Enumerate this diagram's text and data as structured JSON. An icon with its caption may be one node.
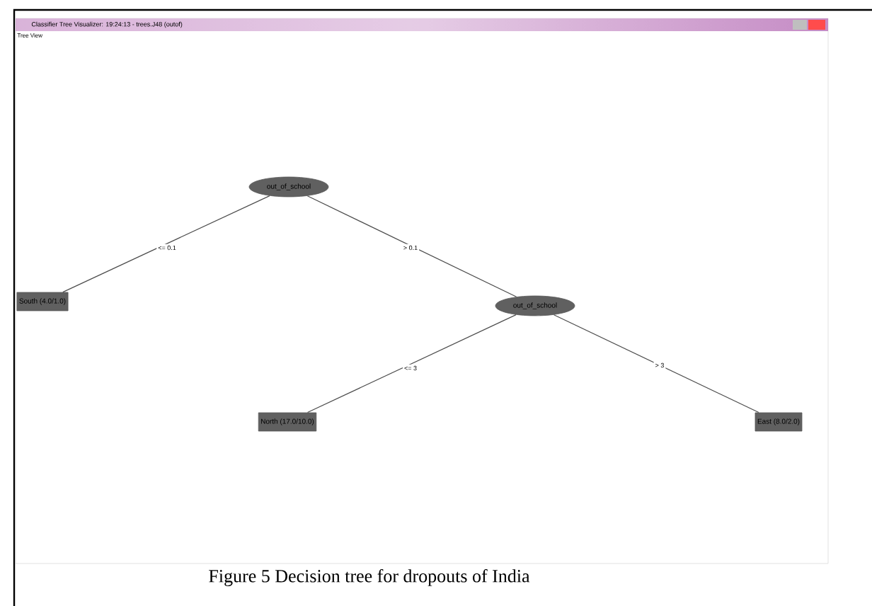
{
  "diagram": {
    "caption": "Figure 5 Decision tree for dropouts of India",
    "nodes": [
      {
        "text": [
          "out_of_school"
        ]
      },
      {
        "text": [
          "South (4.0/1.0)"
        ]
      },
      {
        "text": [
          "out_of_school"
        ]
      },
      {
        "text": [
          "North (17.0/10.0)"
        ]
      },
      {
        "text": [
          "East (8.0/2.0)"
        ]
      }
    ],
    "edges": [
      {
        "from": 0,
        "to": 1,
        "arrow": "none",
        "label": "<= 0.1"
      },
      {
        "from": 0,
        "to": 2,
        "arrow": "none",
        "label": "> 0.1"
      },
      {
        "from": 2,
        "to": 3,
        "arrow": "none",
        "label": "<= 3"
      },
      {
        "from": 2,
        "to": 4,
        "arrow": "none",
        "label": "> 3"
      }
    ],
    "labels": [
      "Classifier Tree Visualizer: 19:24:13 - trees.J48 (outof)",
      "Tree View"
    ]
  }
}
